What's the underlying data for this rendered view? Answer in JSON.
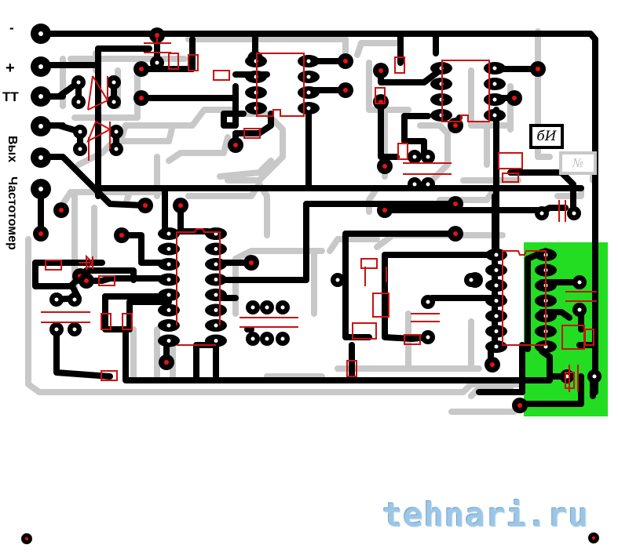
{
  "board": {
    "title": "PCB layout",
    "colors": {
      "copper_top": "#000000",
      "copper_bottom": "#c8c8c8",
      "silkscreen": "#cc1111",
      "highlight_zone": "#22dd22",
      "watermark": "#9cc6e6"
    }
  },
  "connector_labels": {
    "minus": "-",
    "plus": "+",
    "tt": "TT",
    "out": "Вых",
    "freq_meter": "Частотомер"
  },
  "markings": {
    "top_mark": "бИ",
    "bottom_mark": "№"
  },
  "watermark": {
    "text": "tehnari.ru"
  },
  "mounting_holes": [
    "mounting-hole-left",
    "mounting-hole-right"
  ]
}
